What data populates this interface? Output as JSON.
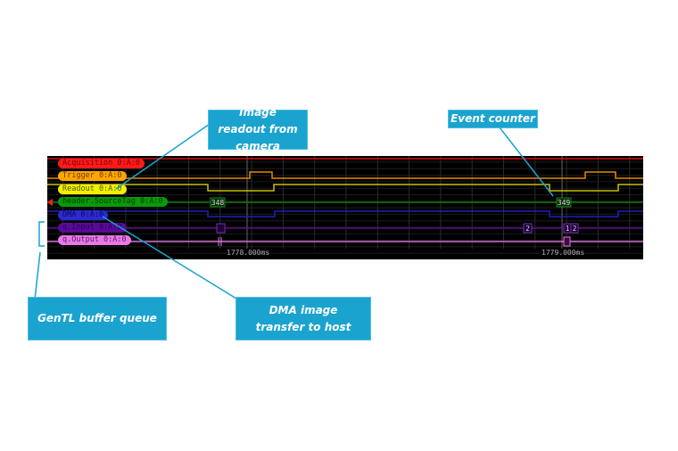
{
  "signals": [
    {
      "label": "Acquisition 0:A:0",
      "color": "#ff1a1a",
      "line": "#d01010",
      "text": "#7a0000"
    },
    {
      "label": "Trigger 0:A:0",
      "color": "#ffa500",
      "line": "#e08a00",
      "text": "#6a3c00"
    },
    {
      "label": "Readout 0:A:0",
      "color": "#f0f000",
      "line": "#c8c000",
      "text": "#5a5a00"
    },
    {
      "label": "header.SourceTag 0:A:0",
      "color": "#0a9a0a",
      "line": "#0a7a0a",
      "text": "#003800"
    },
    {
      "label": "DMA 0:A:0",
      "color": "#2a2ad0",
      "line": "#2020c0",
      "text": "#0a0a5a"
    },
    {
      "label": "q.Input 0:A:0",
      "color": "#5a0a9a",
      "line": "#5a0a8a",
      "text": "#2a0050"
    },
    {
      "label": "q.Output 0:A:0",
      "color": "#e878e8",
      "line": "#d070d0",
      "text": "#5a1a5a"
    }
  ],
  "time_labels": [
    "1778.000ms",
    "1779.000ms"
  ],
  "values": {
    "source_tag_1": "348",
    "source_tag_2": "349",
    "q_input_a": "2",
    "q_input_b": "1",
    "q_input_c": "2"
  },
  "callouts": {
    "readout": "Image readout from camera",
    "event_counter": "Event counter",
    "gentl": "GenTL buffer queue",
    "dma": "DMA image transfer to host"
  },
  "colors": {
    "callout": "#1aa3cf",
    "panel": "#000000"
  }
}
